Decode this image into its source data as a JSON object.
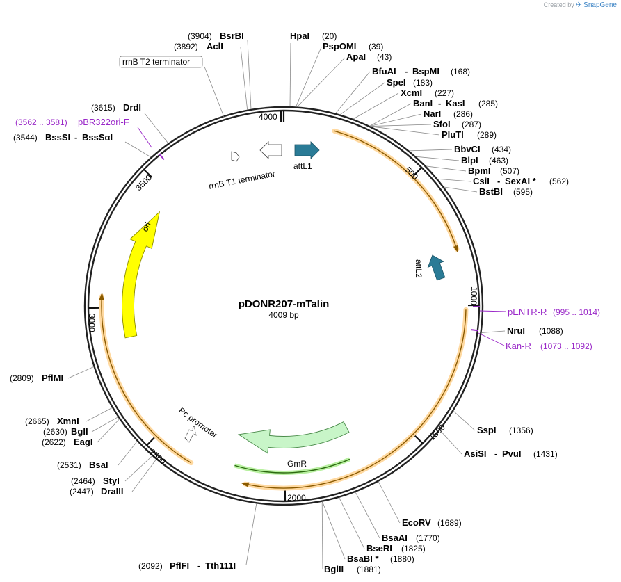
{
  "credit": {
    "prefix": "Created by",
    "brand": "SnapGene"
  },
  "plasmid": {
    "name": "pDONR207-mTalin",
    "length_text": "4009 bp",
    "length": 4009
  },
  "ticks": [
    "4000",
    "500",
    "1000",
    "1500",
    "2000",
    "2500",
    "3000",
    "3500"
  ],
  "enzymes": [
    {
      "id": "hpai",
      "name": "HpaI",
      "pos": "(20)",
      "site": 20
    },
    {
      "id": "pspomi",
      "name": "PspOMI",
      "pos": "(39)",
      "site": 39
    },
    {
      "id": "apai",
      "name": "ApaI",
      "pos": "(43)",
      "site": 43
    },
    {
      "id": "bfuai",
      "name": "BfuAI",
      "name2": "BspMI",
      "pos": "(168)",
      "site": 168
    },
    {
      "id": "spei",
      "name": "SpeI",
      "pos": "(183)",
      "site": 183
    },
    {
      "id": "xcmi",
      "name": "XcmI",
      "pos": "(227)",
      "site": 227
    },
    {
      "id": "bani",
      "name": "BanI",
      "name2": "KasI",
      "pos": "(285)",
      "site": 285
    },
    {
      "id": "nari",
      "name": "NarI",
      "pos": "(286)",
      "site": 286
    },
    {
      "id": "sfoi",
      "name": "SfoI",
      "pos": "(287)",
      "site": 287
    },
    {
      "id": "pluti",
      "name": "PluTI",
      "pos": "(289)",
      "site": 289
    },
    {
      "id": "bbvci",
      "name": "BbvCI",
      "pos": "(434)",
      "site": 434
    },
    {
      "id": "blpi",
      "name": "BlpI",
      "pos": "(463)",
      "site": 463
    },
    {
      "id": "bpmi",
      "name": "BpmI",
      "pos": "(507)",
      "site": 507
    },
    {
      "id": "csii",
      "name": "CsiI",
      "name2": "SexAI *",
      "pos": "(562)",
      "site": 562
    },
    {
      "id": "bstbi",
      "name": "BstBI",
      "pos": "(595)",
      "site": 595
    },
    {
      "id": "nrui",
      "name": "NruI",
      "pos": "(1088)",
      "site": 1088
    },
    {
      "id": "sspi",
      "name": "SspI",
      "pos": "(1356)",
      "site": 1356
    },
    {
      "id": "asisi",
      "name": "AsiSI",
      "name2": "PvuI",
      "pos": "(1431)",
      "site": 1431
    },
    {
      "id": "ecorv",
      "name": "EcoRV",
      "pos": "(1689)",
      "site": 1689
    },
    {
      "id": "bsaai",
      "name": "BsaAI",
      "pos": "(1770)",
      "site": 1770
    },
    {
      "id": "bseri",
      "name": "BseRI",
      "pos": "(1825)",
      "site": 1825
    },
    {
      "id": "bsabi",
      "name": "BsaBI *",
      "pos": "(1880)",
      "site": 1880
    },
    {
      "id": "bglii",
      "name": "BglII",
      "pos": "(1881)",
      "site": 1881
    },
    {
      "id": "pflfi",
      "name": "PflFI",
      "name2": "Tth111I",
      "pos": "(2092)",
      "site": 2092
    },
    {
      "id": "drai3",
      "name": "DraIII",
      "pos": "(2447)",
      "site": 2447
    },
    {
      "id": "styi",
      "name": "StyI",
      "pos": "(2464)",
      "site": 2464
    },
    {
      "id": "bsai",
      "name": "BsaI",
      "pos": "(2531)",
      "site": 2531
    },
    {
      "id": "eagi",
      "name": "EagI",
      "pos": "(2622)",
      "site": 2622
    },
    {
      "id": "bgli",
      "name": "BglI",
      "pos": "(2630)",
      "site": 2630
    },
    {
      "id": "xmni",
      "name": "XmnI",
      "pos": "(2665)",
      "site": 2665
    },
    {
      "id": "pflmi",
      "name": "PflMI",
      "pos": "(2809)",
      "site": 2809
    },
    {
      "id": "bsssi",
      "name": "BssSI",
      "name2": "BssSαI",
      "pos": "(3544)",
      "site": 3544
    },
    {
      "id": "drdi",
      "name": "DrdI",
      "pos": "(3615)",
      "site": 3615
    },
    {
      "id": "acli",
      "name": "AclI",
      "pos": "(3892)",
      "site": 3892
    },
    {
      "id": "bsrbi",
      "name": "BsrBI",
      "pos": "(3904)",
      "site": 3904
    }
  ],
  "primers": [
    {
      "id": "pentr",
      "name": "pENTR-R",
      "range": "(995 .. 1014)",
      "start": 995,
      "end": 1014
    },
    {
      "id": "kanr",
      "name": "Kan-R",
      "range": "(1073 .. 1092)",
      "start": 1073,
      "end": 1092
    },
    {
      "id": "pbr322",
      "name": "pBR322ori-F",
      "range": "(3562 .. 3581)",
      "start": 3562,
      "end": 3581
    }
  ],
  "features": [
    {
      "id": "attl1",
      "label": "attL1",
      "start": 30,
      "end": 130,
      "color": "#2a7b96"
    },
    {
      "id": "attl2",
      "label": "attL2",
      "start": 820,
      "end": 880,
      "color": "#2a7b96"
    },
    {
      "id": "gmr",
      "label": "GmR",
      "start": 1700,
      "end": 2230,
      "color": "#c8f5c8"
    },
    {
      "id": "ori",
      "label": "ori",
      "start": 2870,
      "end": 3460,
      "color": "#ffff00"
    },
    {
      "id": "rrnbt1",
      "label": "rrnB T1 terminator",
      "start": 3930,
      "end": 3990,
      "color": "#ffffff"
    },
    {
      "id": "rrnbt2",
      "label": "rrnB T2 terminator",
      "start": 3850,
      "end": 3870,
      "color": "#ffffff"
    },
    {
      "id": "pc",
      "label": "Pc promoter",
      "start": 2290,
      "end": 2320,
      "color": "#ffffff"
    }
  ],
  "orfs": [
    {
      "id": "orf1",
      "start": 180,
      "end": 800
    },
    {
      "id": "orf2",
      "start": 1015,
      "end": 2140
    },
    {
      "id": "orf3",
      "start": 2345,
      "end": 3040
    }
  ]
}
